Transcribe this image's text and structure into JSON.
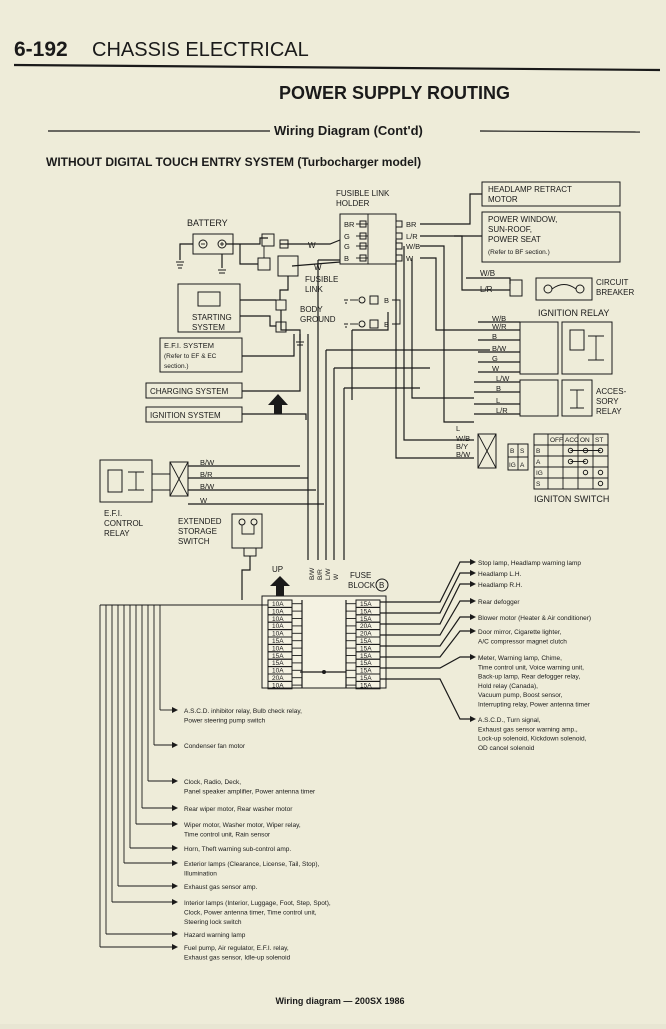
{
  "header": {
    "page_number": "6-192",
    "section": "CHASSIS ELECTRICAL",
    "title": "POWER SUPPLY ROUTING",
    "subtitle": "Wiring Diagram (Cont'd)",
    "variant": "WITHOUT DIGITAL TOUCH ENTRY SYSTEM (Turbocharger model)"
  },
  "components": {
    "battery": "BATTERY",
    "fusible_link_holder": [
      "FUSIBLE LINK",
      "HOLDER"
    ],
    "fusible_link": [
      "FUSIBLE",
      "LINK"
    ],
    "body_ground": [
      "BODY",
      "GROUND"
    ],
    "starting_system": [
      "STARTING",
      "SYSTEM"
    ],
    "efi_system": [
      "E.F.I. SYSTEM",
      "(Refer to EF & EC",
      "section.)"
    ],
    "charging_system": "CHARGING SYSTEM",
    "ignition_system": "IGNITION SYSTEM",
    "headlamp_retract": [
      "HEADLAMP RETRACT",
      "MOTOR"
    ],
    "power_window": [
      "POWER WINDOW,",
      "SUN-ROOF,",
      "POWER SEAT",
      "(Refer to BF section.)"
    ],
    "circuit_breaker": [
      "CIRCUIT",
      "BREAKER"
    ],
    "ignition_relay": "IGNITION RELAY",
    "accessory_relay": [
      "ACCES-",
      "SORY",
      "RELAY"
    ],
    "ignition_switch": "IGNITON SWITCH",
    "efi_control_relay": [
      "E.F.I.",
      "CONTROL",
      "RELAY"
    ],
    "extended_storage_switch": [
      "EXTENDED",
      "STORAGE",
      "SWITCH"
    ],
    "fuse_block": "FUSE",
    "fuse_block_2": "BLOCK",
    "fuse_block_letter": "B",
    "up": "UP"
  },
  "wire_labels": {
    "fusible_left": [
      "BR",
      "G",
      "G",
      "B"
    ],
    "fusible_right": [
      "BR",
      "L/R",
      "W/B",
      "W"
    ],
    "battery_w": "W",
    "battery_w2": "W",
    "breaker": [
      "W/B",
      "L/R"
    ],
    "ign_relay": [
      "W/B",
      "W/R",
      "B",
      "B/W",
      "G",
      "W"
    ],
    "acc_relay": [
      "L/W",
      "B",
      "L",
      "L/R"
    ],
    "ign_switch": [
      "L",
      "W/B",
      "B/Y",
      "B/W"
    ],
    "efi_relay": [
      "B/W",
      "B/R",
      "B/W",
      "W"
    ],
    "fuse_top": [
      "B/W",
      "B/R",
      "L/W",
      "W"
    ]
  },
  "ignition_switch_table": {
    "columns": [
      "OFF",
      "ACC",
      "ON",
      "ST"
    ],
    "rows": [
      "B",
      "A",
      "IG",
      "S"
    ]
  },
  "connector_box": [
    "B",
    "S",
    "IG",
    "A"
  ],
  "fuses_left": [
    "10A",
    "10A",
    "10A",
    "10A",
    "10A",
    "15A",
    "10A",
    "15A",
    "15A",
    "10A",
    "20A",
    "10A"
  ],
  "fuses_right": [
    "15A",
    "15A",
    "15A",
    "20A",
    "20A",
    "15A",
    "15A",
    "15A",
    "15A",
    "15A",
    "15A",
    "15A"
  ],
  "right_loads": [
    [
      "Stop lamp, Headlamp warning lamp"
    ],
    [
      "Headlamp L.H."
    ],
    [
      "Headlamp R.H."
    ],
    [
      "Rear defogger"
    ],
    [
      "Blower motor (Heater & Air conditioner)"
    ],
    [
      "Door mirror, Cigarette lighter,",
      "A/C compressor magnet clutch"
    ],
    [
      "Meter, Warning lamp, Chime,",
      "Time control unit, Voice warning unit,",
      "Back-up lamp, Rear defogger relay,",
      "Hold relay (Canada),",
      "Vacuum pump, Boost sensor,",
      "Interrupting relay, Power antenna timer"
    ],
    [
      "A.S.C.D., Turn signal,",
      "Exhaust gas sensor warning amp.,",
      "Lock-up solenoid, Kickdown solenoid,",
      "OD cancel solenoid"
    ]
  ],
  "left_loads": [
    [
      "A.S.C.D. inhibitor relay, Bulb check relay,",
      "Power steering pump switch"
    ],
    [
      "Condenser fan motor"
    ],
    [
      "Clock, Radio, Deck,",
      "Panel speaker amplifier, Power antenna timer"
    ],
    [
      "Rear wiper motor, Rear washer motor"
    ],
    [
      "Wiper motor, Washer motor, Wiper relay,",
      "Time control unit, Rain sensor"
    ],
    [
      "Horn, Theft warning sub-control amp."
    ],
    [
      "Exterior lamps (Clearance, License, Tail, Stop),",
      "Illumination"
    ],
    [
      "Exhaust gas sensor amp."
    ],
    [
      "Interior lamps (Interior, Luggage, Foot, Step, Spot),",
      "Clock, Power antenna timer, Time control unit,",
      "Steering lock switch"
    ],
    [
      "Hazard warning lamp"
    ],
    [
      "Fuel pump, Air regulator, E.F.I. relay,",
      "Exhaust gas sensor, Idle-up solenoid"
    ]
  ],
  "footer": "Wiring diagram — 200SX 1986"
}
